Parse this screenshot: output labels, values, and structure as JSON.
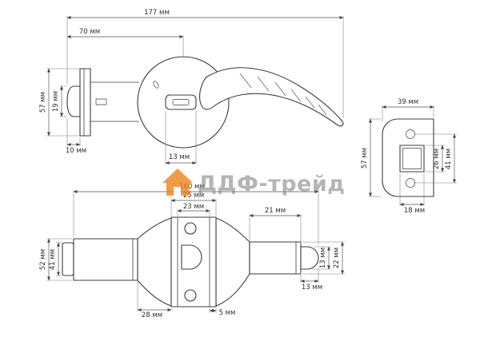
{
  "colors": {
    "watermark_icon": "#ef8318",
    "watermark_text": "#8c8c8c"
  },
  "watermark": {
    "text": "ДДФ-трейд",
    "icon": "house-icon"
  },
  "side_view": {
    "dim_overall": "177 мм",
    "dim_to_center": "70 мм",
    "dim_plate_height": "57 мм",
    "dim_latch_height": "19 мм",
    "dim_latch_depth": "10 мм",
    "dim_cylinder_width": "13 мм"
  },
  "strike_plate": {
    "dim_width": "39 мм",
    "dim_height": "57 мм",
    "dim_cutout_height": "26 мм",
    "dim_hole_spacing": "41 мм",
    "dim_cutout_width": "18 мм"
  },
  "plan_view": {
    "dim_overall": "160 мм",
    "dim_body_width": "25 мм",
    "dim_inner_width": "23 мм",
    "dim_lever_length": "21 мм",
    "dim_knob_diameter": "52 мм",
    "dim_cap_diameter": "41 мм",
    "dim_tip_height": "13 мм",
    "dim_end_diameter": "22 мм",
    "dim_tip_length": "13 мм",
    "dim_rose_width": "28 мм",
    "dim_gap": "5 мм"
  }
}
